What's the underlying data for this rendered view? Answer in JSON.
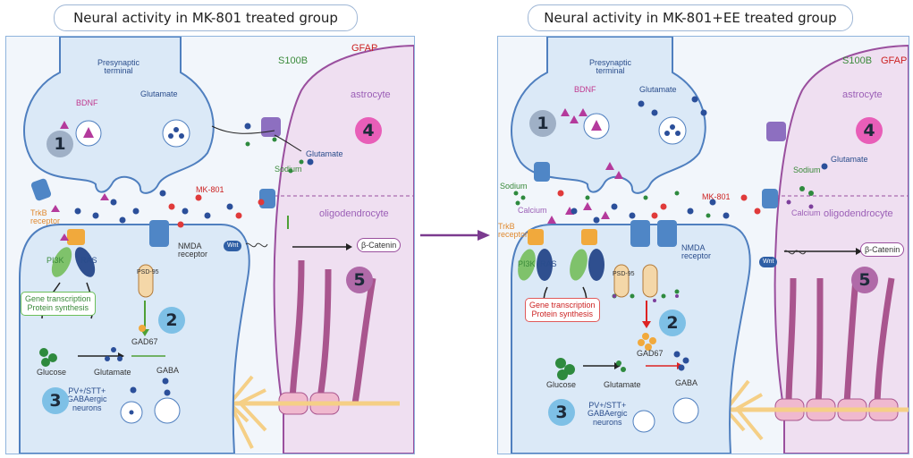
{
  "titles": {
    "left": "Neural activity in MK-801 treated group",
    "right": "Neural activity in MK-801+EE treated group"
  },
  "left": {
    "presynaptic": "Presynaptic\nterminal",
    "bdnf": "BDNF",
    "glutamate_vesicle": "Glutamate",
    "mk801": "MK-801",
    "trkb": "TrkB\nreceptor",
    "pi3k": "PI3K",
    "ras": "RAS",
    "psd95": "PSD-95",
    "nmda": "NMDA\nreceptor",
    "gene": "Gene transcription\nProtein synthesis",
    "gad67": "GAD67",
    "glucose": "Glucose",
    "glutamate2": "Glutamate",
    "gaba": "GABA",
    "neurons": "PV+/STT+\nGABAergic\nneurons",
    "s100b": "S100B",
    "gfap": "GFAP",
    "astrocyte": "astrocyte",
    "sodium": "Sodium",
    "glutamate3": "Glutamate",
    "oligodendrocyte": "oligodendrocyte",
    "wnt": "Wnt",
    "beta_catenin": "β-Catenin",
    "n1": "1",
    "n2": "2",
    "n3": "3",
    "n4": "4",
    "n5": "5"
  },
  "right": {
    "presynaptic": "Presynaptic\nterminal",
    "bdnf": "BDNF",
    "glutamate_vesicle": "Glutamate",
    "sodium": "Sodium",
    "calcium": "Calcium",
    "mk801": "MK-801",
    "trkb": "TrkB\nreceptor",
    "pi3k": "PI3K",
    "ras": "RAS",
    "psd95": "PSD-95",
    "nmda": "NMDA\nreceptor",
    "gene": "Gene transcription\nProtein synthesis",
    "gad67": "GAD67",
    "glucose": "Glucose",
    "glutamate2": "Glutamate",
    "gaba": "GABA",
    "neurons": "PV+/STT+\nGABAergic\nneurons",
    "s100b": "S100B",
    "gfap": "GFAP",
    "astrocyte": "astrocyte",
    "sodium2": "Sodium",
    "glutamate3": "Glutamate",
    "calcium2": "Calcium",
    "oligodendrocyte": "oligodendrocyte",
    "wnt": "Wnt",
    "beta_catenin": "β-Catenin",
    "n1": "1",
    "n2": "2",
    "n3": "3",
    "n4": "4",
    "n5": "5"
  },
  "colors": {
    "neuron_fill": "#dbe9f7",
    "neuron_stroke": "#4f7fbf",
    "astro_fill": "#efdff1",
    "astro_stroke": "#9a4f9e",
    "myelin": "#f0b9cf",
    "axon": "#f5cf86",
    "bdnf": "#b43a9c",
    "glutamate": "#2b4f9a",
    "mk801": "#e03a3a",
    "sodium": "#2e8a3e",
    "transition_arrow": "#7b3a8f"
  },
  "icons": [
    "receptor-channel-icon",
    "vesicle-icon",
    "arrow-icon"
  ]
}
